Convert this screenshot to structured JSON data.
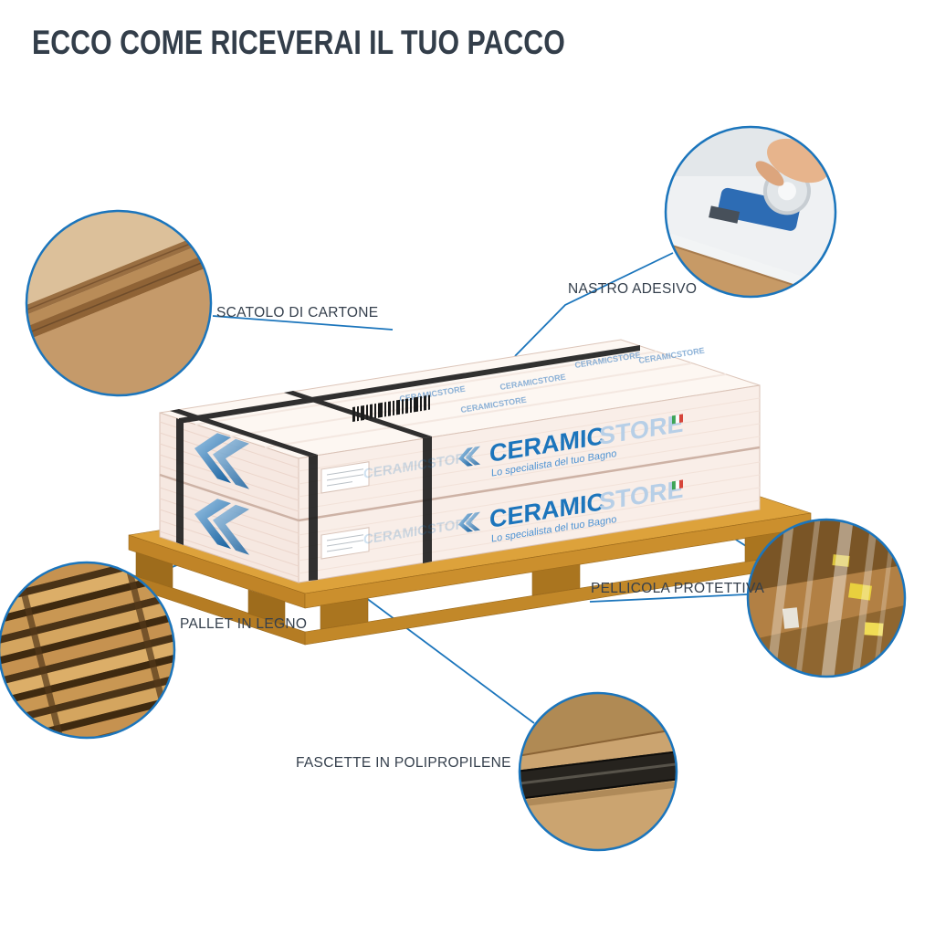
{
  "title": "ECCO COME RICEVERAI IL TUO PACCO",
  "callouts": {
    "cardboard": {
      "label": "SCATOLO DI CARTONE",
      "photo": "cardboard-box-corner"
    },
    "tape": {
      "label": "NASTRO ADESIVO",
      "photo": "tape-dispenser-sealing-box"
    },
    "pallet": {
      "label": "PALLET IN LEGNO",
      "photo": "stacked-wooden-pallet"
    },
    "film": {
      "label": "PELLICOLA PROTETTIVA",
      "photo": "pallet-wrapped-in-stretch-film"
    },
    "straps": {
      "label": "FASCETTE IN POLIPROPILENE",
      "photo": "polypropylene-strap-on-box"
    }
  },
  "package": {
    "brand": "CERAMIC",
    "brand_suffix": "STORE",
    "tagline": "Lo specialista del tuo Bagno",
    "watermark": "CERAMICSTORE"
  },
  "icons": {
    "chevron-left": "«"
  },
  "colors": {
    "accent": "#1b75bc",
    "text": "#343f4c",
    "wood": "#dda23b",
    "cardboard": "#c79b6b",
    "strap": "#1f1f1f"
  }
}
